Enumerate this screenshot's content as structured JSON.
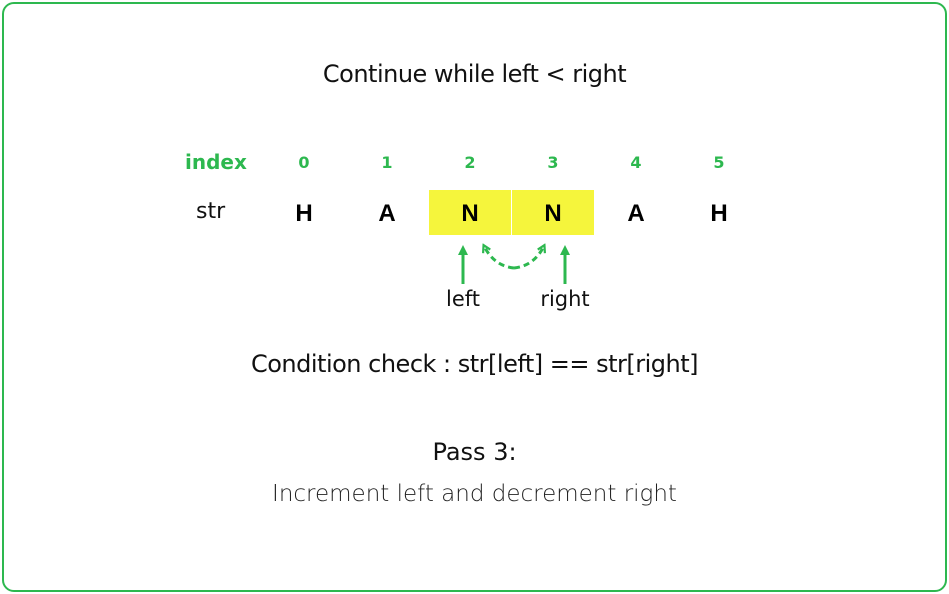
{
  "title": "Continue while left < right",
  "index_label": "index",
  "str_label": "str",
  "indices": [
    "0",
    "1",
    "2",
    "3",
    "4",
    "5"
  ],
  "chars": [
    "H",
    "A",
    "N",
    "N",
    "A",
    "H"
  ],
  "highlighted_indices": [
    2,
    3
  ],
  "pointers": {
    "left": {
      "label": "left",
      "index": 2
    },
    "right": {
      "label": "right",
      "index": 3
    }
  },
  "condition": "Condition check : str[left] == str[right]",
  "pass_title": "Pass 3:",
  "pass_description": "Increment left and decrement right",
  "colors": {
    "accent": "#2db84f",
    "highlight": "#f5f53c",
    "text": "#111111"
  }
}
